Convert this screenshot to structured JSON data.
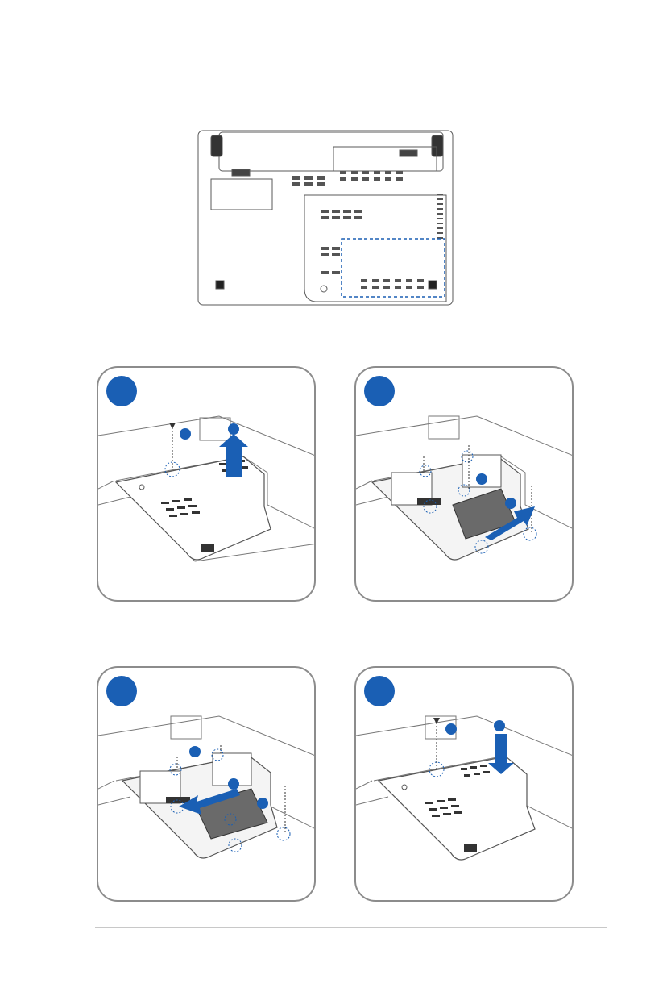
{
  "diagram": {
    "overview": {
      "name": "laptop-underside-overview"
    },
    "steps": [
      {
        "id": "step-1",
        "action": "remove-screw-lift-cover"
      },
      {
        "id": "step-2",
        "action": "remove-screws-slide-out-drive"
      },
      {
        "id": "step-3",
        "action": "slide-in-drive-secure-screws"
      },
      {
        "id": "step-4",
        "action": "replace-cover-secure-screw"
      }
    ]
  },
  "colors": {
    "accent": "#1a5fb4",
    "line": "#5a5a5a",
    "panel_border": "#8c8c8c",
    "highlight_box": "#1a5fb4"
  }
}
